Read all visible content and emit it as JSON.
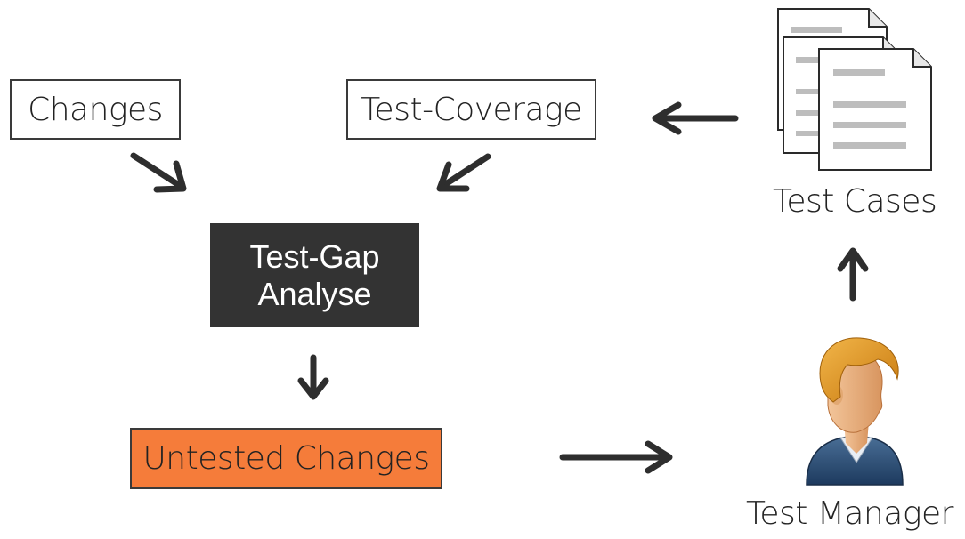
{
  "nodes": {
    "changes": "Changes",
    "test_coverage": "Test-Coverage",
    "analysis_line1": "Test-Gap",
    "analysis_line2": "Analyse",
    "untested": "Untested Changes",
    "test_cases": "Test Cases",
    "test_manager": "Test Manager"
  },
  "icons": {
    "documents": "document-stack-icon",
    "person": "person-avatar-icon"
  },
  "colors": {
    "analysis_box": "#333333",
    "untested_box": "#f57c3a",
    "arrow": "#2e2e2e"
  }
}
